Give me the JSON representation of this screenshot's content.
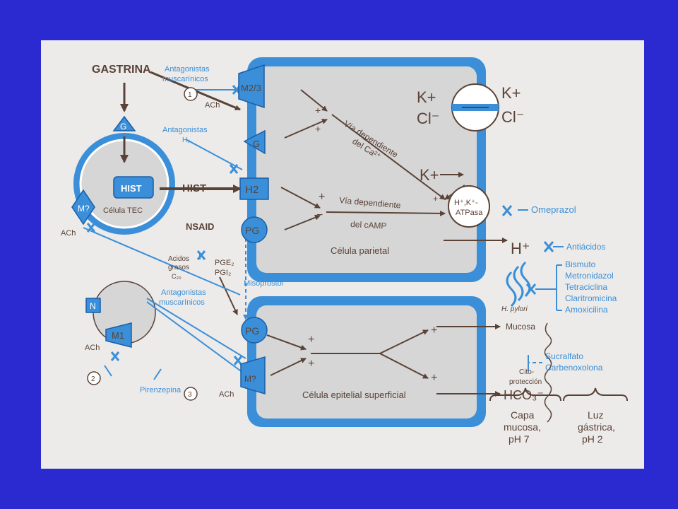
{
  "top": {
    "gastrina": "GASTRINA",
    "antag_musc_top_1": "Antagonistas",
    "antag_musc_top_2": "muscarínicos",
    "marker_1": "1",
    "ach_1": "ACh",
    "antag_h2_1": "Antagonistas",
    "antag_h2_2": "H₂"
  },
  "tec": {
    "g_receptor": "G",
    "hist_box": "HIST",
    "hist_out": "HIST",
    "m_receptor": "M?",
    "cell_label": "Célula TEC",
    "ach": "ACh"
  },
  "parietal": {
    "m23": "M2/3",
    "g": "G",
    "h2": "H2",
    "pg": "PG",
    "plus1": "+",
    "plus2": "+",
    "plus3": "+",
    "minus": "−",
    "plus_k": "+",
    "ca_path_1": "Vía dependiente",
    "ca_path_2": "del Ca²⁺",
    "camp_path_1": "Vía dependiente",
    "camp_path_2": "del cAMP",
    "k1": "K+",
    "cl1": "Cl⁻",
    "k2": "K+",
    "cl2": "Cl⁻",
    "k3": "K+",
    "pump_1": "H⁺,K⁺-",
    "pump_2": "ATPasa",
    "h_plus": "H⁺",
    "cell_label": "Célula parietal"
  },
  "drugs": {
    "omeprazol": "Omeprazol",
    "antiacidos": "Antiácidos",
    "hp_list": [
      "Bismuto",
      "Metronidazol",
      "Tetraciclina",
      "Claritromicina",
      "Amoxicilina"
    ],
    "h_pylori": "H. pylori",
    "sucralfato": "Sucralfato",
    "carbenoxolona": "Carbenoxolona",
    "misoprostol": "Misoprostol",
    "pirenzepina": "Pirenzepina",
    "antag_musc_mid_1": "Antagonistas",
    "antag_musc_mid_2": "muscarínicos"
  },
  "nsaid": {
    "label": "NSAID",
    "fa_1": "Acidos",
    "fa_2": "grasos",
    "fa_3": "C₂₀",
    "pge2": "PGE₂",
    "pgi2": "PGI₂"
  },
  "vagal": {
    "n": "N",
    "m1": "M1",
    "ach_2": "ACh",
    "marker_2": "2",
    "marker_3": "3",
    "ach_3": "ACh"
  },
  "epithelial": {
    "pg": "PG",
    "m": "M?",
    "plus1": "+",
    "plus2": "+",
    "plus3": "+",
    "plus4": "+",
    "cell_label": "Célula epitelial superficial",
    "mucosa": "Mucosa",
    "hco3": "HCO₃⁻",
    "cyto_1": "Cito-",
    "cyto_2": "protección"
  },
  "bottom": {
    "capa_1": "Capa",
    "capa_2": "mucosa,",
    "capa_3": "pH 7",
    "luz_1": "Luz",
    "luz_2": "gástrica,",
    "luz_3": "pH 2"
  },
  "colors": {
    "background": "#2a2ad0",
    "paper": "#ecebea",
    "cyan": "#3a8fd8",
    "brown": "#5a4236",
    "cell_fill": "#d6d6d6"
  }
}
